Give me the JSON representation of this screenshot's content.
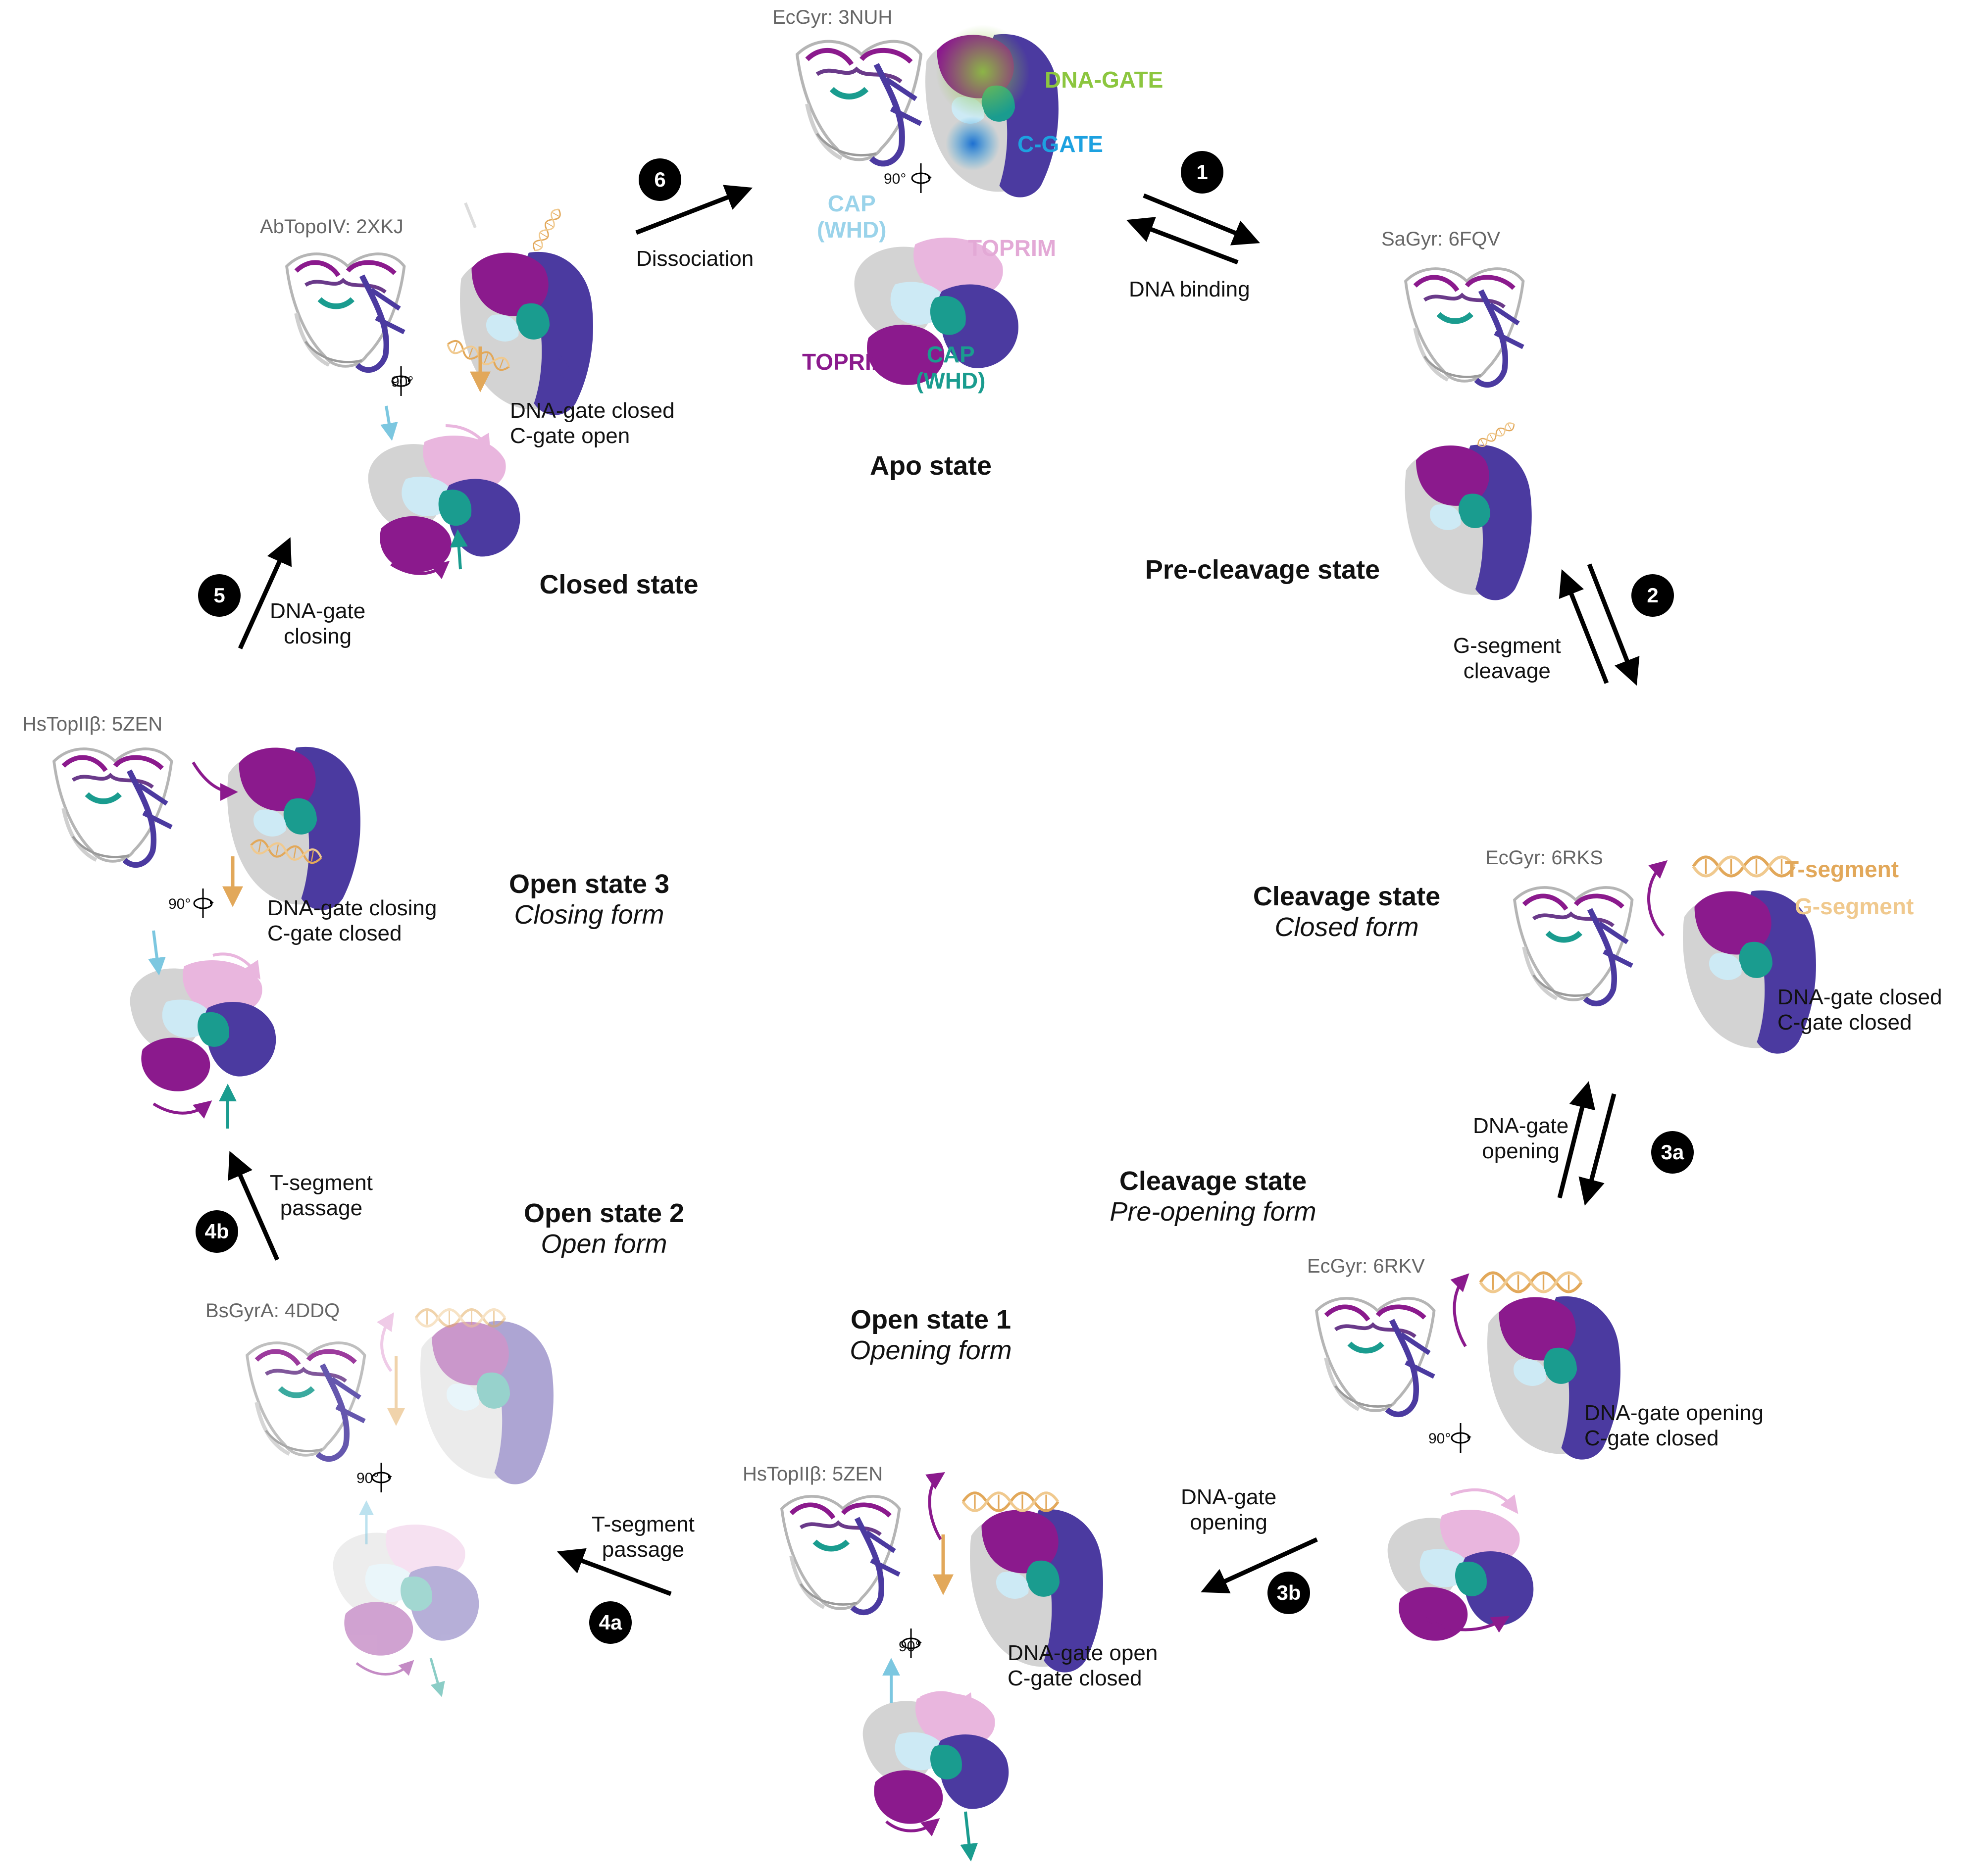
{
  "colors": {
    "toprim": "#8b1a8d",
    "toprim_light": "#e9b6de",
    "cap": "#1a9c8f",
    "cap_light": "#cdeaf5",
    "cgate": "#4b3aa0",
    "dna_gate_label": "#8cc63f",
    "c_gate_label": "#1da1e0",
    "dna": "#e2a85a",
    "grey": "#c9c9c9"
  },
  "icons": [
    "rotation-90-icon",
    "arrow-icon",
    "step-badge-icon"
  ],
  "apo": {
    "pdb": "EcGyr: 3NUH",
    "dna_gate": "DNA-GATE",
    "c_gate": "C-GATE",
    "cap_top": "CAP\n(WHD)",
    "toprim_top": "TOPRIM",
    "toprim_bottom": "TOPRIM",
    "cap_bottom": "CAP\n(WHD)",
    "rot": "90°",
    "state": "Apo state"
  },
  "pre_cleavage": {
    "pdb": "SaGyr: 6FQV",
    "state": "Pre-cleavage state"
  },
  "cleavage_closed": {
    "pdb": "EcGyr: 6RKS",
    "t_segment": "T-segment",
    "g_segment": "G-segment",
    "gates": "DNA-gate closed\nC-gate closed",
    "state": "Cleavage state",
    "form": "Closed form"
  },
  "cleavage_preopen": {
    "pdb": "EcGyr: 6RKV",
    "gates": "DNA-gate opening\nC-gate closed",
    "rot": "90°",
    "state": "Cleavage state",
    "form": "Pre-opening form"
  },
  "open1": {
    "pdb": "HsTopIIβ: 5ZEN",
    "gates": "DNA-gate open\nC-gate closed",
    "rot": "90°",
    "state": "Open state 1",
    "form": "Opening form"
  },
  "open2": {
    "pdb": "BsGyrA: 4DDQ",
    "rot": "90°",
    "state": "Open state 2",
    "form": "Open form"
  },
  "open3": {
    "pdb": "HsTopIIβ: 5ZEN",
    "gates": "DNA-gate closing\nC-gate closed",
    "rot": "90°",
    "state": "Open state 3",
    "form": "Closing form"
  },
  "closed": {
    "pdb": "AbTopoIV: 2XKJ",
    "gates": "DNA-gate closed\nC-gate open",
    "rot": "90°",
    "state": "Closed state"
  },
  "steps": {
    "s1": {
      "badge": "1",
      "label": "DNA binding"
    },
    "s2": {
      "badge": "2",
      "label": "G-segment\ncleavage"
    },
    "s3a": {
      "badge": "3a",
      "label": "DNA-gate\nopening"
    },
    "s3b": {
      "badge": "3b",
      "label": "DNA-gate\nopening"
    },
    "s4a": {
      "badge": "4a",
      "label": "T-segment\npassage"
    },
    "s4b": {
      "badge": "4b",
      "label": "T-segment\npassage"
    },
    "s5": {
      "badge": "5",
      "label": "DNA-gate\nclosing"
    },
    "s6": {
      "badge": "6",
      "label": "Dissociation"
    }
  }
}
